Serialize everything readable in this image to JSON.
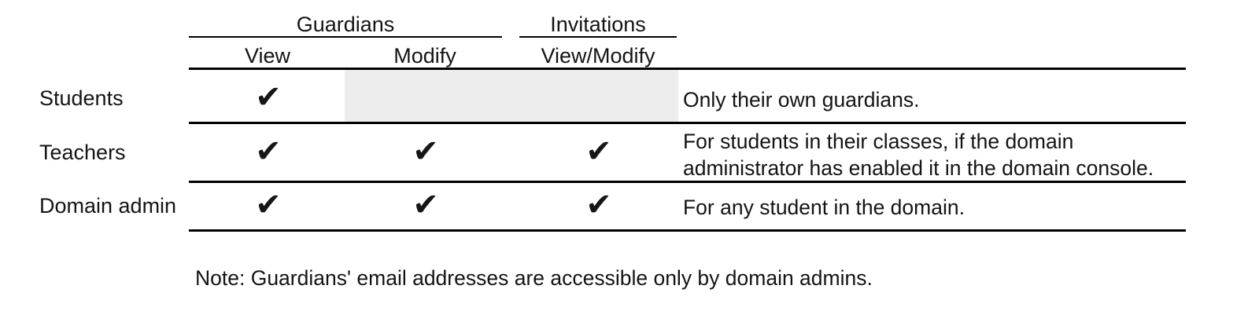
{
  "table": {
    "column_groups": [
      {
        "label": "Guardians",
        "spans": [
          "View",
          "Modify"
        ]
      },
      {
        "label": "Invitations",
        "spans": [
          "View/Modify"
        ]
      }
    ],
    "sub_headers": {
      "guardians_view": "View",
      "guardians_modify": "Modify",
      "invitations_view_modify": "View/Modify"
    },
    "rows": [
      {
        "role": "Students",
        "guardians_view": "✔",
        "guardians_modify": "",
        "guardians_modify_state": "not-available",
        "invitations_view_modify": "",
        "invitations_state": "not-available",
        "description": "Only their own guardians."
      },
      {
        "role": "Teachers",
        "guardians_view": "✔",
        "guardians_modify": "✔",
        "guardians_modify_state": "available",
        "invitations_view_modify": "✔",
        "invitations_state": "available",
        "description": "For students in their classes, if the domain administrator has enabled it in the domain console."
      },
      {
        "role": "Domain admin",
        "guardians_view": "✔",
        "guardians_modify": "✔",
        "guardians_modify_state": "available",
        "invitations_view_modify": "✔",
        "invitations_state": "available",
        "description": "For any student in the domain."
      }
    ]
  },
  "footnote": {
    "text": "Note: Guardians' email addresses are accessible only by domain admins."
  },
  "icons": {
    "check": "heavy-check-mark"
  },
  "colors": {
    "rule": "#000000",
    "text": "#141414",
    "shaded_cell": "#eeedee",
    "background": "#ffffff"
  }
}
